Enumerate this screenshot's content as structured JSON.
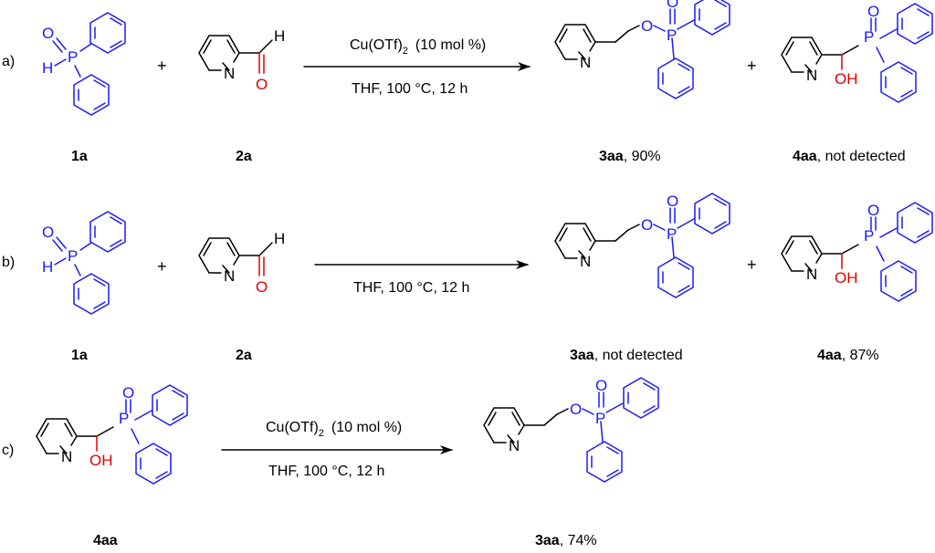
{
  "panels": [
    {
      "letter": "a)",
      "plus1": "+",
      "plus2": "+",
      "reactant1": {
        "id": "1a"
      },
      "reactant2": {
        "id": "2a"
      },
      "catalyst": "Cu(OTf)",
      "catalyst_sub": "2",
      "catalyst_loading": "(10  mol %)",
      "conditions": "THF, 100 °C, 12 h",
      "product1": {
        "id": "3aa",
        "result": ", 90%"
      },
      "product2": {
        "id": "4aa",
        "result": ", not detected"
      }
    },
    {
      "letter": "b)",
      "plus1": "+",
      "plus2": "+",
      "reactant1": {
        "id": "1a"
      },
      "reactant2": {
        "id": "2a"
      },
      "conditions": "THF, 100 °C, 12 h",
      "product1": {
        "id": "3aa",
        "result": ", not detected"
      },
      "product2": {
        "id": "4aa",
        "result": ", 87%"
      }
    },
    {
      "letter": "c)",
      "reactant1": {
        "id": "4aa"
      },
      "catalyst": "Cu(OTf)",
      "catalyst_sub": "2",
      "catalyst_loading": "(10  mol %)",
      "conditions": "THF, 100 °C, 12 h",
      "product1": {
        "id": "3aa",
        "result": ", 74%"
      }
    }
  ],
  "atoms": {
    "phosphorus": "P",
    "oxygen": "O",
    "hydrogen": "H",
    "nitrogen": "N",
    "hydroxyl": "OH"
  },
  "colors": {
    "phosphine_oxide": "#1a1aff",
    "oxygen_from_aldehyde": "#e00000",
    "skeleton": "#000000"
  }
}
